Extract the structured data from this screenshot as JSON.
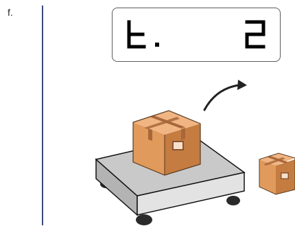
{
  "step": {
    "label": "f."
  },
  "display": {
    "left_text": "t.",
    "right_text": "2"
  },
  "colors": {
    "divider": "#3a4a78",
    "box_top": "#f0b583",
    "box_front": "#e09a5c",
    "box_side": "#c47c41",
    "tape": "#a8673a",
    "platform_top": "#c9c9c9",
    "platform_front": "#b3b3b3",
    "platform_side": "#e3e3e3",
    "foot": "#2a2a2a",
    "arrow": "#222222"
  },
  "icons": {
    "scale": "scale-icon",
    "box_on_scale": "cardboard-box-icon",
    "box_removed": "cardboard-box-icon",
    "arrow": "curved-arrow-icon"
  }
}
